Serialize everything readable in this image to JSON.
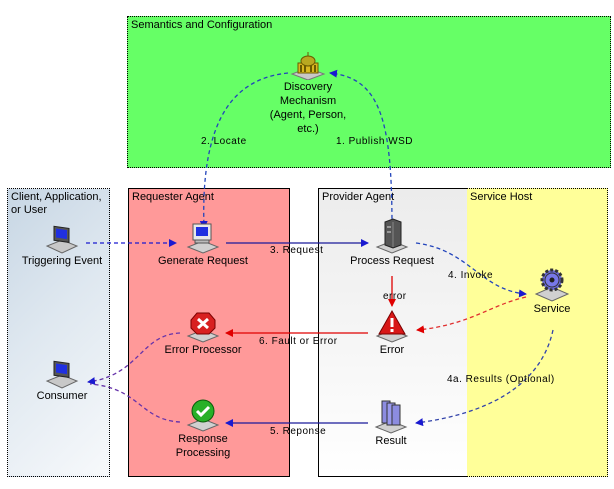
{
  "regions": {
    "semantics": "Semantics and Configuration",
    "client": "Client, Application, or User",
    "requester": "Requester Agent",
    "provider": "Provider Agent",
    "host": "Service Host"
  },
  "nodes": {
    "discovery": {
      "label_lines": [
        "Discovery",
        "Mechanism",
        "(Agent, Person,",
        "etc.)"
      ],
      "icon": "building-icon"
    },
    "triggering_event": {
      "label": "Triggering Event",
      "icon": "computer-icon"
    },
    "generate_request": {
      "label": "Generate Request",
      "icon": "computer-icon"
    },
    "process_request": {
      "label": "Process Request",
      "icon": "server-icon"
    },
    "service": {
      "label": "Service",
      "icon": "gear-icon"
    },
    "error": {
      "label": "Error",
      "icon": "warning-icon"
    },
    "error_processor": {
      "label": "Error Processor",
      "icon": "error-x-icon"
    },
    "consumer": {
      "label": "Consumer",
      "icon": "computer-icon"
    },
    "result": {
      "label": "Result",
      "icon": "documents-icon"
    },
    "response_processing": {
      "label_lines": [
        "Response",
        "Processing"
      ],
      "icon": "checkmark-icon"
    }
  },
  "edges": {
    "locate": "2. Locate",
    "publish": "1. Publish WSD",
    "request": "3. Request",
    "invoke": "4. Invoke",
    "error": "error",
    "fault": "6. Fault or Error",
    "results": "4a. Results (Optional)",
    "response": "5. Reponse"
  },
  "colors": {
    "semantics_bg": "#66ff66",
    "requester_bg": "#ff9999",
    "host_bg": "#ffff99",
    "flow_blue": "#1a1aa6",
    "error_red": "#d40000"
  }
}
